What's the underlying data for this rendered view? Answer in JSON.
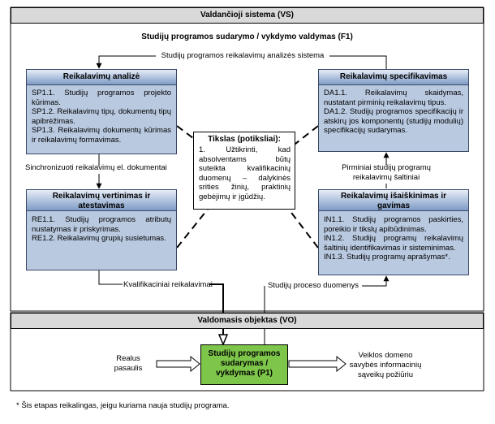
{
  "vs": {
    "title": "Valdančioji sistema (VS)",
    "f1_title": "Studijų programos sudarymo / vykdymo valdymas (F1)",
    "top_flow_label": "Studijų programos reikalavimų analizės sistema",
    "left_flow_label": "Sinchronizuoti reikalavimų el. dokumentai",
    "right_flow_label_1": "Pirminiai studijų programų",
    "right_flow_label_2": "reikalavimų šaltiniai",
    "bottom_left_label": "Kvalifikaciniai reikalavimai",
    "bottom_right_label": "Studijų proceso duomenys"
  },
  "boxes": {
    "analize": {
      "title": "Reikalavimų analizė",
      "lines": [
        "SP1.1. Studijų programos projekto kūrimas.",
        "SP1.2. Reikalavimų tipų, dokumentų tipų apibrėžimas.",
        "SP1.3. Reikalavimų dokumentų kūrimas ir reikalavimų formavimas."
      ]
    },
    "specifikavimas": {
      "title": "Reikalavimų specifikavimas",
      "lines": [
        "DA1.1. Reikalavimų skaidymas, nustatant pirminių reikalavimų tipus.",
        "DA1.2. Studijų programos specifikacijų ir atskirų jos komponentų (studijų modulių) specifikacijų sudarymas."
      ]
    },
    "vertinimas": {
      "title_1": "Reikalavimų vertinimas ir",
      "title_2": "atestavimas",
      "lines": [
        "RE1.1. Studijų programos atributų nustatymas ir priskyrimas.",
        "RE1.2. Reikalavimų grupių susietumas."
      ]
    },
    "isaiskinimas": {
      "title_1": "Reikalavimų išaiškinimas ir",
      "title_2": "gavimas",
      "lines": [
        "IN1.1. Studijų programos paskirties, poreikio ir tikslų apibūdinimas.",
        "IN1.2. Studijų programų reikalavimų šaltinių identifikavimas ir sisteminimas.",
        "IN1.3. Studijų programų aprašymas*."
      ]
    }
  },
  "goal": {
    "title": "Tikslas (potiksliai):",
    "text": "1. Užtikrinti, kad absolventams būtų suteikta kvalifikacinių duomenų – dalykinės srities žinių, praktinių gebėjimų ir įgūdžių."
  },
  "vo": {
    "title": "Valdomasis objektas (VO)",
    "input_1": "Realus",
    "input_2": "pasaulis",
    "process_1": "Studijų programos",
    "process_2": "sudarymas /",
    "process_3": "vykdymas (P1)",
    "output_1": "Veiklos domeno",
    "output_2": "savybės informacinių",
    "output_3": "sąveikų požiūriu"
  },
  "footnote": "* Šis etapas reikalingas, jeigu kuriama nauja studijų programa.",
  "colors": {
    "box_fill": "#b9c9e0",
    "box_header_top": "#e6edf7",
    "box_header_bottom": "#7f9bc6",
    "process_fill": "#7ec64a",
    "header_fill": "#d9d9d9"
  }
}
